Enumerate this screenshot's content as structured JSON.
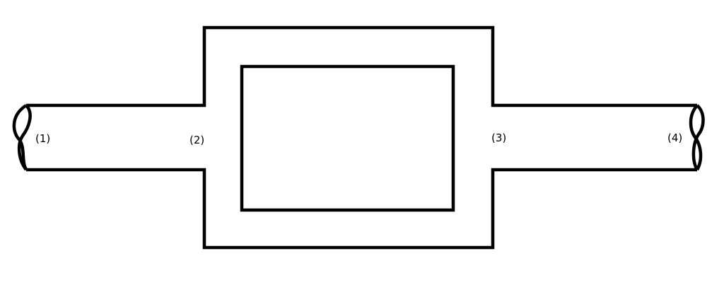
{
  "colors": {
    "stroke": "#000000",
    "background": "#ffffff",
    "label": "#000000"
  },
  "labels": {
    "section_1": "(1)",
    "section_2": "(2)",
    "section_3": "(3)",
    "section_4": "(4)"
  }
}
